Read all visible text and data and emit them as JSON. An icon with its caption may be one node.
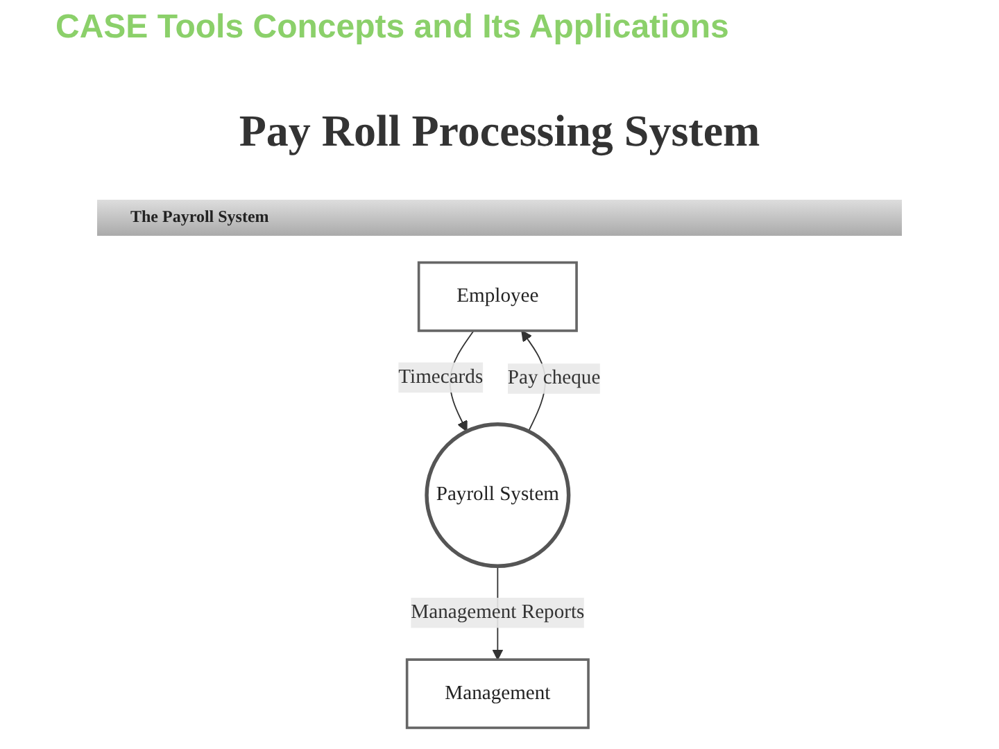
{
  "diagram": {
    "title": "Pay Roll Processing System",
    "nodes": [
      {
        "text": [
          "Employee"
        ]
      },
      {
        "text": [
          "Management"
        ]
      },
      {
        "text": [
          "Payroll System"
        ]
      }
    ],
    "edges": [
      {
        "from": 0,
        "to": 2,
        "label": "Timecards",
        "arrow": "to"
      },
      {
        "from": 2,
        "to": 0,
        "label": "Pay cheque",
        "arrow": "to"
      },
      {
        "from": 2,
        "to": 1,
        "label": "Management Reports",
        "arrow": "to"
      }
    ],
    "labels": [
      "CASE Tools Concepts and Its Applications",
      "The Payroll System"
    ]
  }
}
